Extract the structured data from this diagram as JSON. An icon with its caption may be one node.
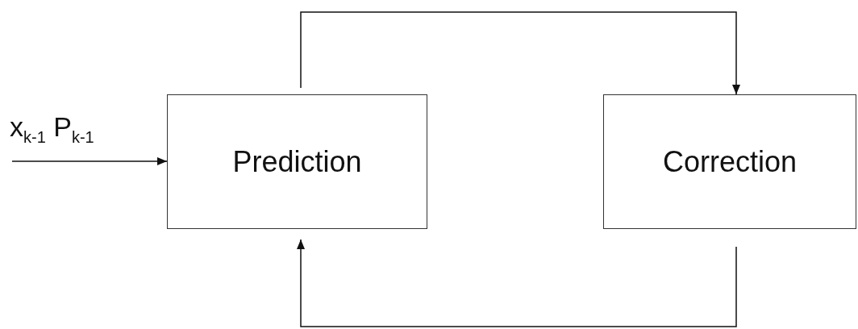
{
  "diagram": {
    "nodes": [
      {
        "text": [
          "Prediction"
        ]
      },
      {
        "text": [
          "Correction"
        ]
      }
    ],
    "edges": [
      {
        "from": 0,
        "to": 1,
        "arrow": "to"
      },
      {
        "from": 1,
        "to": 0,
        "arrow": "to"
      },
      {
        "from": null,
        "to": 0,
        "arrow": "to",
        "label": "x$_{k-1}$ P$_{k-1}$"
      }
    ]
  }
}
